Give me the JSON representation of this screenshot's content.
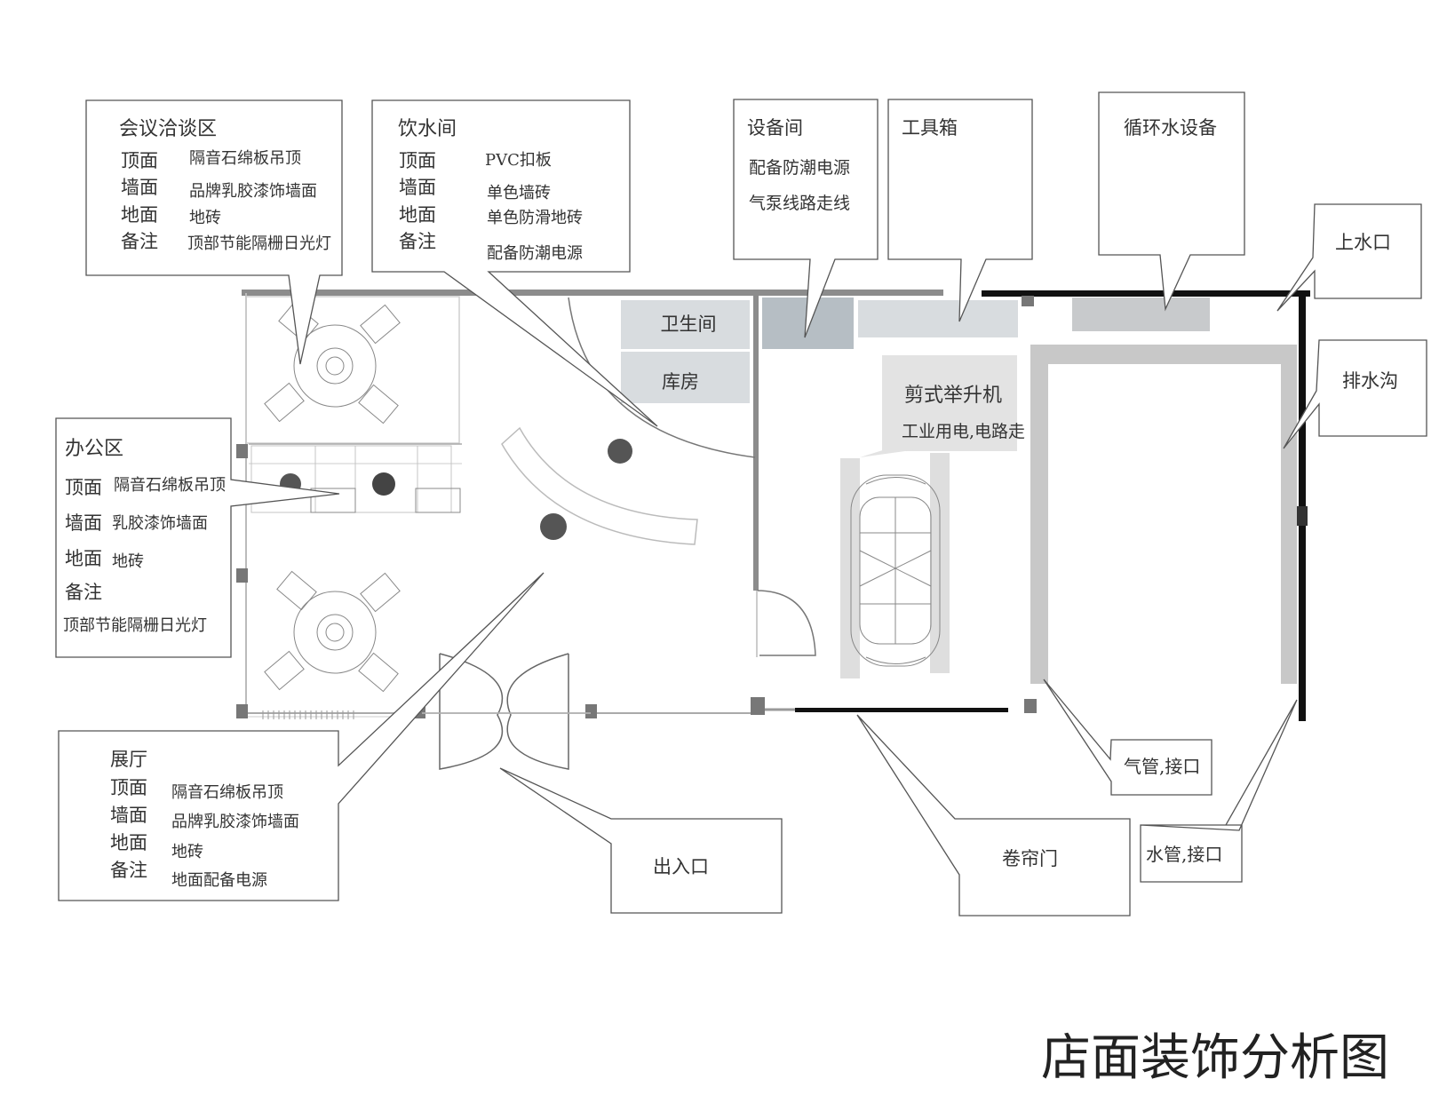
{
  "title": "店面装饰分析图",
  "rooms": {
    "restroom": "卫生间",
    "storage": "库房"
  },
  "callouts": {
    "meeting": {
      "title": "会议洽谈区",
      "rows": [
        {
          "k": "顶面",
          "v": "隔音石绵板吊顶"
        },
        {
          "k": "墙面",
          "v": "品牌乳胶漆饰墙面"
        },
        {
          "k": "地面",
          "v": "地砖"
        },
        {
          "k": "备注",
          "v": "顶部节能隔栅日光灯"
        }
      ]
    },
    "water_room": {
      "title": "饮水间",
      "rows": [
        {
          "k": "顶面",
          "v": "PVC扣板"
        },
        {
          "k": "墙面",
          "v": "单色墙砖"
        },
        {
          "k": "地面",
          "v": "单色防滑地砖"
        },
        {
          "k": "备注",
          "v": "配备防潮电源"
        }
      ]
    },
    "equipment": {
      "title": "设备间",
      "lines": [
        "配备防潮电源",
        "气泵线路走线"
      ]
    },
    "toolbox": {
      "title": "工具箱"
    },
    "circulating_water": {
      "title": "循环水设备"
    },
    "water_inlet": {
      "title": "上水口"
    },
    "drain": {
      "title": "排水沟"
    },
    "lift": {
      "title": "剪式举升机",
      "line": "工业用电,电路走"
    },
    "office": {
      "title": "办公区",
      "rows": [
        {
          "k": "顶面",
          "v": "隔音石绵板吊顶"
        },
        {
          "k": "墙面",
          "v": "乳胶漆饰墙面"
        },
        {
          "k": "地面",
          "v": "地砖"
        },
        {
          "k": "备注",
          "v": ""
        }
      ],
      "note": "顶部节能隔栅日光灯"
    },
    "showroom": {
      "title": "展厅",
      "rows": [
        {
          "k": "顶面",
          "v": "隔音石绵板吊顶"
        },
        {
          "k": "墙面",
          "v": "品牌乳胶漆饰墙面"
        },
        {
          "k": "地面",
          "v": "地砖"
        },
        {
          "k": "备注",
          "v": "地面配备电源"
        }
      ]
    },
    "entrance": {
      "title": "出入口"
    },
    "rolling_door": {
      "title": "卷帘门"
    },
    "air_pipe": {
      "title": "气管,接口"
    },
    "water_pipe": {
      "title": "水管,接口"
    }
  },
  "colors": {
    "wall_gray": "#8c8c8c",
    "wall_black": "#111111",
    "fill_light": "#d8dcdf",
    "fill_mid": "#b6bec4",
    "drain_gray": "#c8c8c8"
  }
}
